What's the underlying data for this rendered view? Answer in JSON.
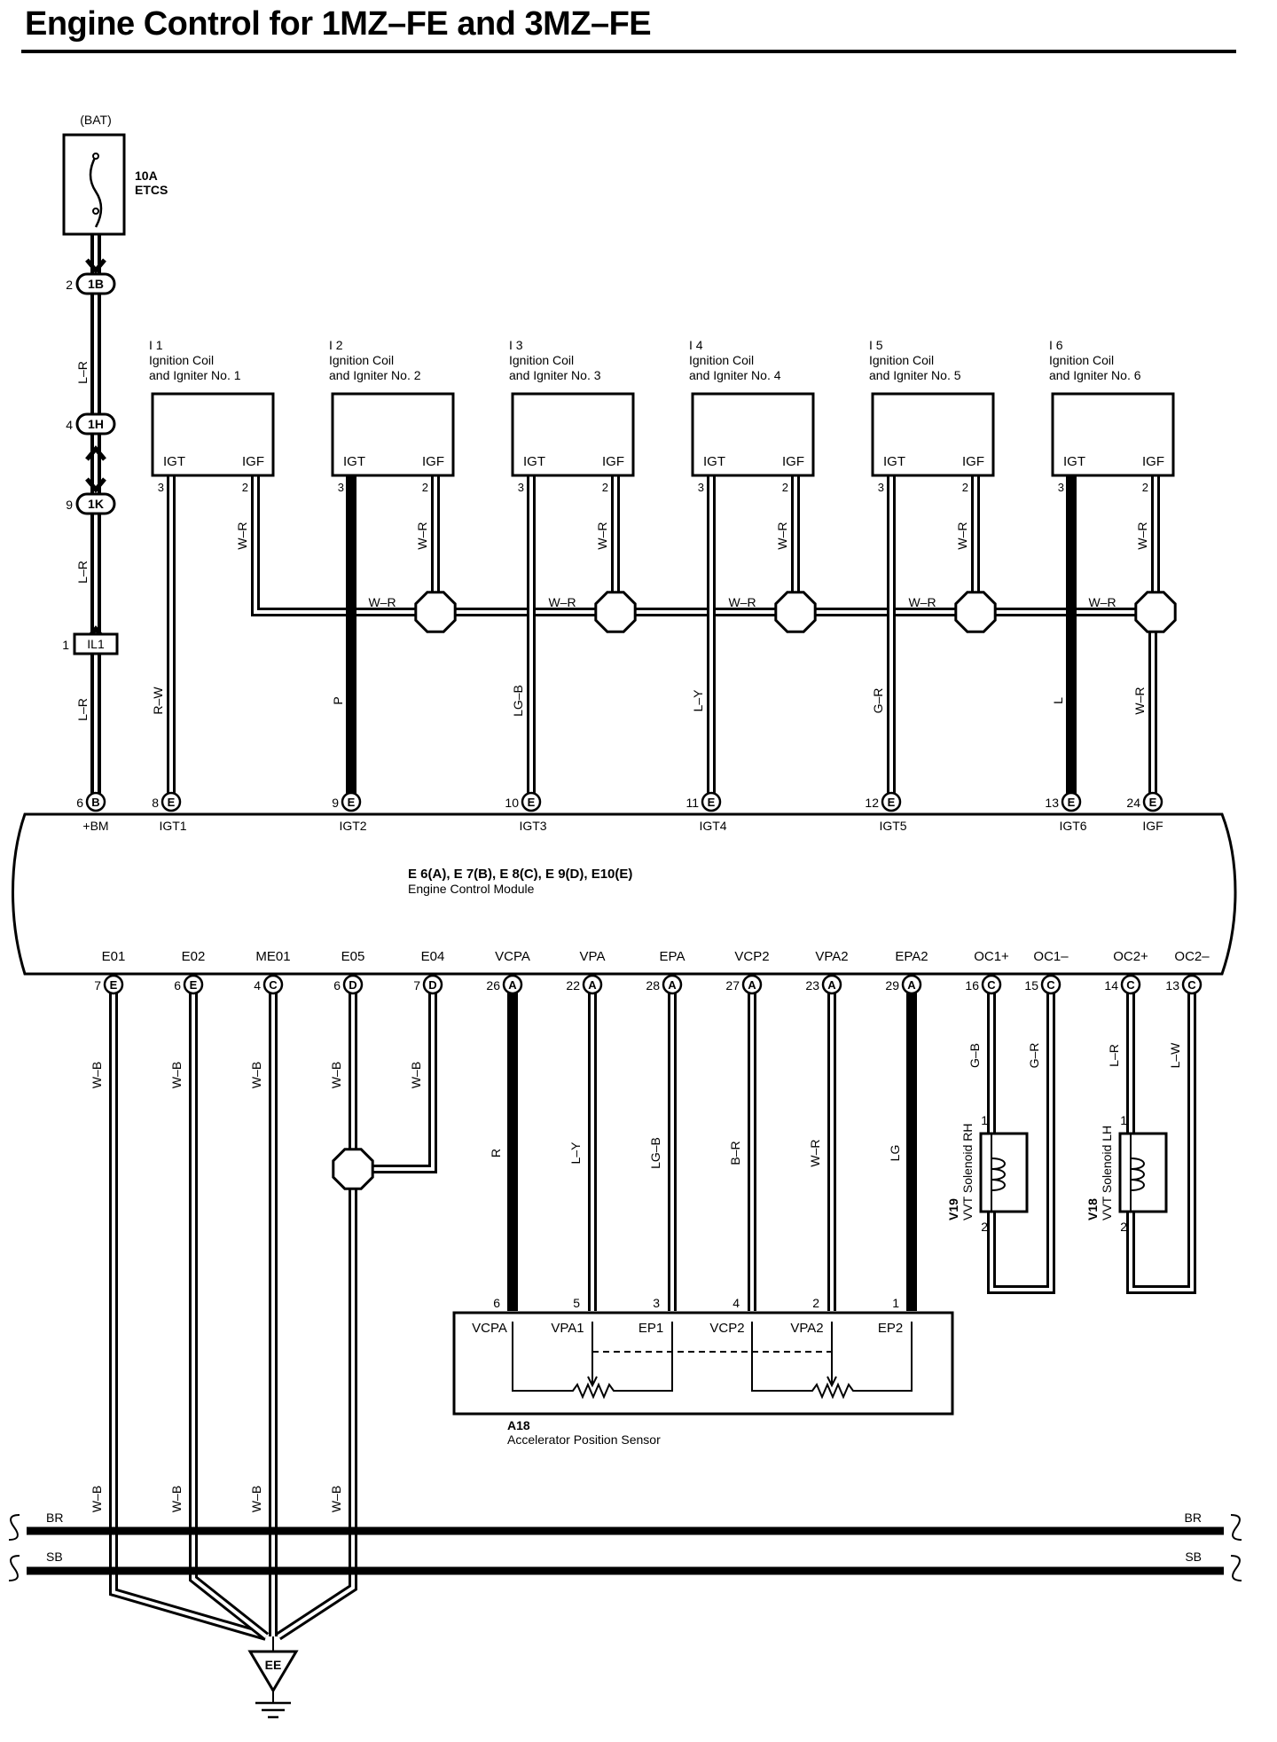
{
  "title": "Engine Control for 1MZ–FE and 3MZ–FE",
  "battery": {
    "label": "(BAT)",
    "fuse_amp": "10A",
    "fuse_name": "ETCS"
  },
  "bat_connectors": [
    {
      "pin": "2",
      "code": "1B"
    },
    {
      "pin": "4",
      "code": "1H"
    },
    {
      "pin": "9",
      "code": "1K"
    },
    {
      "pin": "1",
      "code": "IL1"
    }
  ],
  "bat_wire_colors": [
    "L–R",
    "L–R",
    "L–R"
  ],
  "coils": [
    {
      "id": "I 1",
      "line1": "Ignition Coil",
      "line2": "and Igniter No. 1",
      "igt_pin": "3",
      "igf_pin": "2",
      "igt_wire": "R–W",
      "igf_wire": "W–R",
      "ecm_pin": "8",
      "ecm_conn": "E",
      "ecm_label": "IGT1"
    },
    {
      "id": "I 2",
      "line1": "Ignition Coil",
      "line2": "and Igniter No. 2",
      "igt_pin": "3",
      "igf_pin": "2",
      "igt_wire": "P",
      "igf_wire": "W–R",
      "ecm_pin": "9",
      "ecm_conn": "E",
      "ecm_label": "IGT2"
    },
    {
      "id": "I 3",
      "line1": "Ignition Coil",
      "line2": "and Igniter No. 3",
      "igt_pin": "3",
      "igf_pin": "2",
      "igt_wire": "LG–B",
      "igf_wire": "W–R",
      "ecm_pin": "10",
      "ecm_conn": "E",
      "ecm_label": "IGT3"
    },
    {
      "id": "I 4",
      "line1": "Ignition Coil",
      "line2": "and Igniter No. 4",
      "igt_pin": "3",
      "igf_pin": "2",
      "igt_wire": "L–Y",
      "igf_wire": "W–R",
      "ecm_pin": "11",
      "ecm_conn": "E",
      "ecm_label": "IGT4"
    },
    {
      "id": "I 5",
      "line1": "Ignition Coil",
      "line2": "and Igniter No. 5",
      "igt_pin": "3",
      "igf_pin": "2",
      "igt_wire": "G–R",
      "igf_wire": "W–R",
      "ecm_pin": "12",
      "ecm_conn": "E",
      "ecm_label": "IGT5"
    },
    {
      "id": "I 6",
      "line1": "Ignition Coil",
      "line2": "and Igniter No. 6",
      "igt_pin": "3",
      "igf_pin": "2",
      "igt_wire": "L",
      "igf_wire": "W–R",
      "ecm_pin": "13",
      "ecm_conn": "E",
      "ecm_label": "IGT6"
    }
  ],
  "coil_terms": {
    "igt": "IGT",
    "igf": "IGF"
  },
  "igf_bus_label": "W–R",
  "igf_down": {
    "wire": "W–R",
    "pin": "24",
    "conn": "E",
    "label": "IGF"
  },
  "ecm_bm": {
    "pin": "6",
    "conn": "B",
    "label": "+BM"
  },
  "ecm": {
    "codes": "E 6(A), E 7(B), E 8(C), E 9(D), E10(E)",
    "name": "Engine Control Module"
  },
  "ecm_bottom": [
    {
      "label": "E01",
      "pin": "7",
      "conn": "E",
      "wire": "W–B"
    },
    {
      "label": "E02",
      "pin": "6",
      "conn": "E",
      "wire": "W–B"
    },
    {
      "label": "ME01",
      "pin": "4",
      "conn": "C",
      "wire": "W–B"
    },
    {
      "label": "E05",
      "pin": "6",
      "conn": "D",
      "wire": "W–B"
    },
    {
      "label": "E04",
      "pin": "7",
      "conn": "D",
      "wire": "W–B"
    },
    {
      "label": "VCPA",
      "pin": "26",
      "conn": "A",
      "wire": "R"
    },
    {
      "label": "VPA",
      "pin": "22",
      "conn": "A",
      "wire": "L–Y"
    },
    {
      "label": "EPA",
      "pin": "28",
      "conn": "A",
      "wire": "LG–B"
    },
    {
      "label": "VCP2",
      "pin": "27",
      "conn": "A",
      "wire": "B–R"
    },
    {
      "label": "VPA2",
      "pin": "23",
      "conn": "A",
      "wire": "W–R"
    },
    {
      "label": "EPA2",
      "pin": "29",
      "conn": "A",
      "wire": "LG"
    },
    {
      "label": "OC1+",
      "pin": "16",
      "conn": "C",
      "wire": "G–B"
    },
    {
      "label": "OC1–",
      "pin": "15",
      "conn": "C",
      "wire": "G–R"
    },
    {
      "label": "OC2+",
      "pin": "14",
      "conn": "C",
      "wire": "L–R"
    },
    {
      "label": "OC2–",
      "pin": "13",
      "conn": "C",
      "wire": "L–W"
    }
  ],
  "aps": {
    "id": "A18",
    "name": "Accelerator Position Sensor",
    "terminals": [
      {
        "label": "VCPA",
        "pin": "6"
      },
      {
        "label": "VPA1",
        "pin": "5"
      },
      {
        "label": "EP1",
        "pin": "3"
      },
      {
        "label": "VCP2",
        "pin": "4"
      },
      {
        "label": "VPA2",
        "pin": "2"
      },
      {
        "label": "EP2",
        "pin": "1"
      }
    ]
  },
  "solenoids": [
    {
      "id": "V19",
      "name": "VVT Solenoid RH",
      "pin_top": "1",
      "pin_bottom": "2"
    },
    {
      "id": "V18",
      "name": "VVT Solenoid LH",
      "pin_top": "1",
      "pin_bottom": "2"
    }
  ],
  "ground_wires": [
    "W–B",
    "W–B",
    "W–B",
    "W–B"
  ],
  "bus": {
    "br": "BR",
    "sb": "SB"
  },
  "ground": {
    "label": "EE"
  }
}
